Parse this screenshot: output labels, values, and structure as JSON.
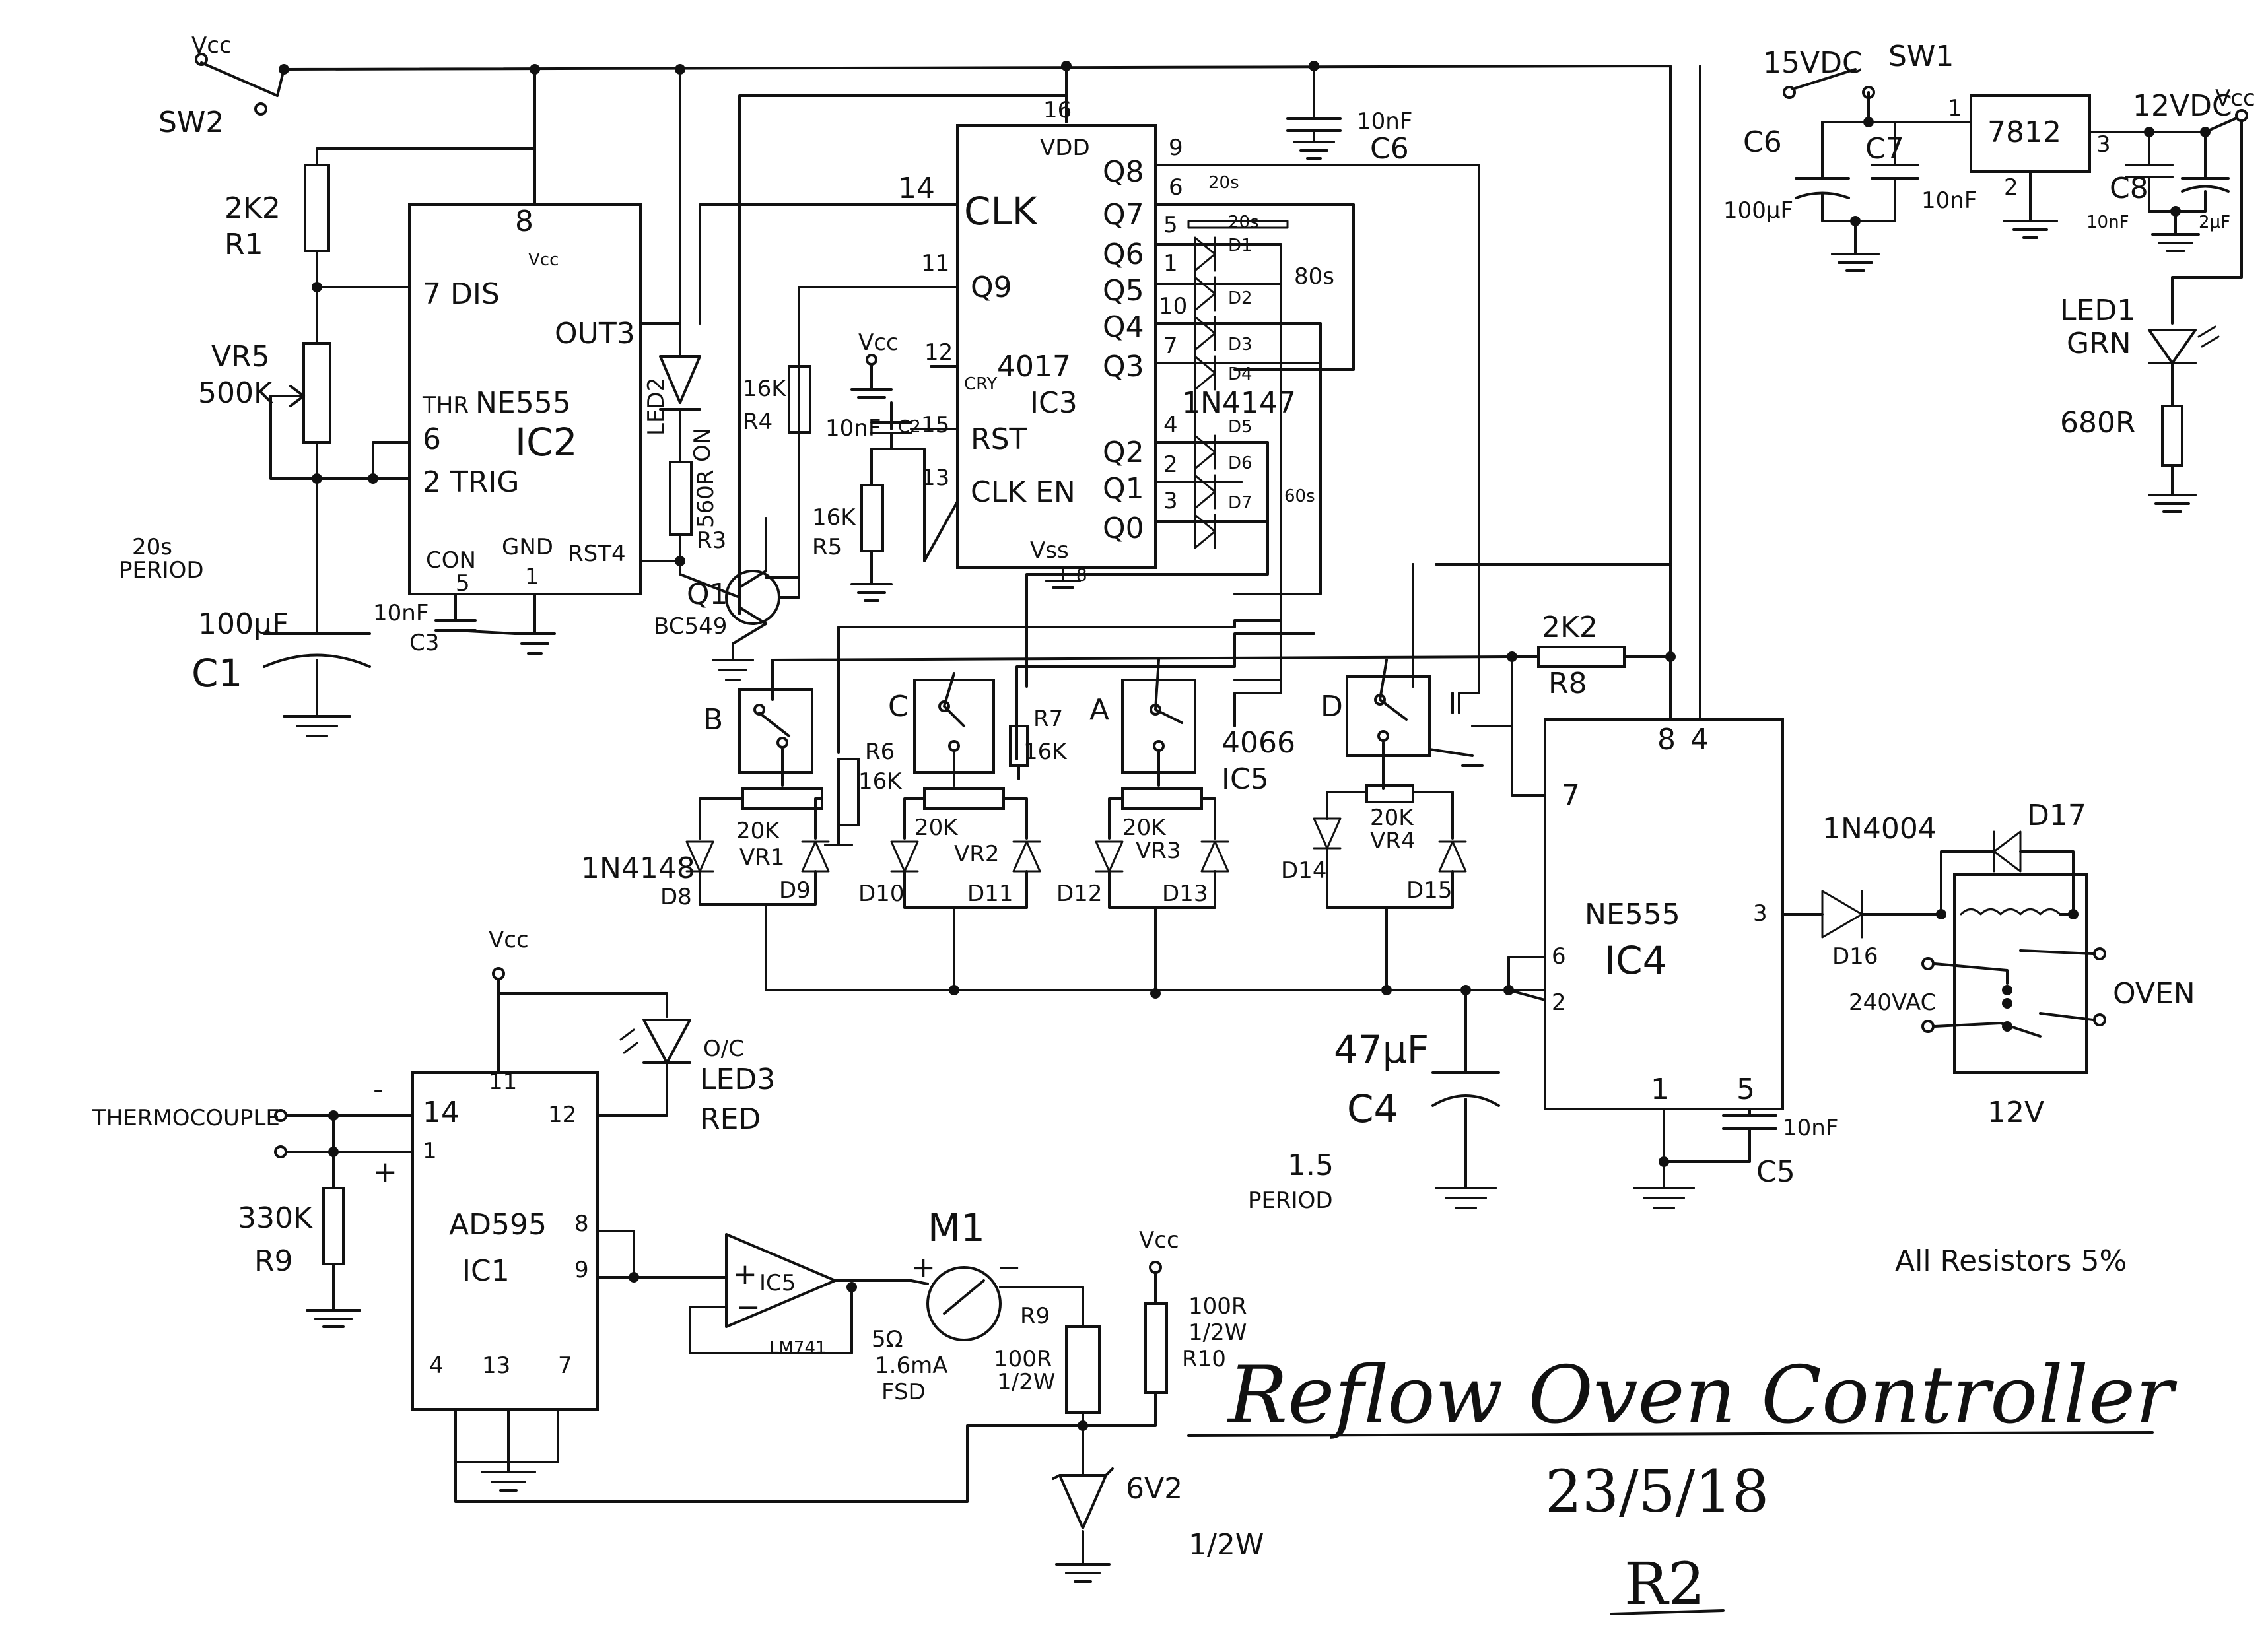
{
  "title": "Reflow Oven Controller",
  "date": "23/5/18",
  "revision": "R2",
  "note": "All Resistors 5%",
  "power": {
    "sw1": "SW1",
    "in_voltage": "15VDC",
    "regulator": "7812",
    "out_voltage": "12VDC",
    "vcc": "Vcc",
    "c6_left": "C6",
    "c6_left_val": "100μF",
    "c7": "C7",
    "c7_val": "10nF",
    "c8": "C8",
    "c8_val": "10nF",
    "c_out_val": "2μF",
    "led1": "LED1",
    "led1_color": "GRN",
    "r_led1": "680R",
    "pins": [
      "1",
      "2",
      "3"
    ]
  },
  "ic2": {
    "name": "NE555",
    "ref": "IC2",
    "vcc_label": "Vcc",
    "pins": {
      "p8": "8",
      "p7": "7 DIS",
      "p6": "6",
      "thr": "THR",
      "p2": "2 TRIG",
      "p3": "OUT3",
      "con": "CON",
      "gnd": "GND",
      "p5": "5",
      "p1": "1",
      "rst": "RST4"
    },
    "sw2": "SW2",
    "sw2_vcc": "Vcc",
    "r1": "R1",
    "r1_val": "2K2",
    "vr5": "VR5",
    "vr5_val": "500K",
    "period": "20s",
    "period_label": "PERIOD",
    "c1": "C1",
    "c1_val": "100μF",
    "c3": "C3",
    "c3_val": "10nF",
    "led2": "LED2",
    "led2_state": "ON",
    "r3": "R3",
    "r3_val": "560R",
    "q1": "Q1",
    "q1_part": "BC549"
  },
  "ic3": {
    "name": "4017",
    "ref": "IC3",
    "vdd": "VDD",
    "vss": "Vss",
    "pin16": "16",
    "pin8": "8",
    "clk": "CLK",
    "clk_pin": "14",
    "q9": "Q9",
    "q9_pin": "11",
    "cry": "CRY",
    "cry_pin": "12",
    "rst": "RST",
    "rst_pin": "15",
    "clken": "CLK EN",
    "clken_pin": "13",
    "outputs": [
      {
        "label": "Q8",
        "pin": "9"
      },
      {
        "label": "Q7",
        "pin": "6"
      },
      {
        "label": "Q6",
        "pin": "5"
      },
      {
        "label": "Q5",
        "pin": "1"
      },
      {
        "label": "Q4",
        "pin": "10"
      },
      {
        "label": "Q3",
        "pin": "7"
      },
      {
        "label": "Q2",
        "pin": "4"
      },
      {
        "label": "Q1",
        "pin": "2"
      },
      {
        "label": "Q0",
        "pin": "3"
      }
    ],
    "r4": "R4",
    "r4_val": "16K",
    "r5": "R5",
    "r5_val": "16K",
    "c_rst_val": "10nF",
    "c_rst": "C2",
    "vcc": "Vcc",
    "c6": "C6",
    "c6_val": "10nF",
    "diode_part": "1N4147",
    "diodes": [
      "D1",
      "D2",
      "D3",
      "D4",
      "D5",
      "D6",
      "D7"
    ],
    "times": [
      "20s",
      "20s",
      "80s",
      "60s"
    ]
  },
  "ic5": {
    "name": "4066",
    "ref": "IC5",
    "switches": [
      "B",
      "C",
      "A",
      "D"
    ],
    "r6": "R6",
    "r6_val": "16K",
    "r7": "R7",
    "r7_val": "16K",
    "pots": [
      "VR1",
      "VR2",
      "VR3",
      "VR4"
    ],
    "pot_val": "20K",
    "diode_part": "1N4148",
    "diodes": [
      "D8",
      "D9",
      "D10",
      "D11",
      "D12",
      "D13",
      "D14",
      "D15"
    ]
  },
  "ic4": {
    "name": "NE555",
    "ref": "IC4",
    "pins": {
      "p8": "8",
      "p4": "4",
      "p7": "7",
      "p6": "6",
      "p2": "2",
      "p3": "3",
      "p1": "1",
      "p5": "5"
    },
    "r8": "R8",
    "r8_val": "2K2",
    "c4": "C4",
    "c4_val": "47μF",
    "c5": "C5",
    "c5_val": "10nF",
    "period": "1.5",
    "period_label": "PERIOD",
    "d16": "D16",
    "d16_part": "1N4004",
    "d17": "D17",
    "relay_label": "12V",
    "mains": "240VAC",
    "oven": "OVEN"
  },
  "ic1": {
    "name": "AD595",
    "ref": "IC1",
    "vcc": "Vcc",
    "thermocouple": "THERMOCOUPLE",
    "minus": "-",
    "plus": "+",
    "r9": "R9",
    "r9_val": "330K",
    "pins": {
      "p14": "14",
      "p1": "1",
      "p11": "11",
      "p12": "12",
      "p8": "8",
      "p9": "9",
      "p4": "4",
      "p13": "13",
      "p7": "7"
    },
    "led3": "LED3",
    "led3_state": "O/C",
    "led3_color": "RED"
  },
  "meter": {
    "opamp": "IC5",
    "opamp_part": "LM741",
    "m1": "M1",
    "m_res": "5Ω",
    "m_fsd": "1.6mA",
    "m_fsd_label": "FSD",
    "r9": "R9",
    "r9_val": "100R",
    "r9_power": "1/2W",
    "r10": "R10",
    "r10_val": "100R",
    "r10_power": "1/2W",
    "zener": "6V2",
    "zener_power": "1/2W",
    "vcc": "Vcc"
  }
}
